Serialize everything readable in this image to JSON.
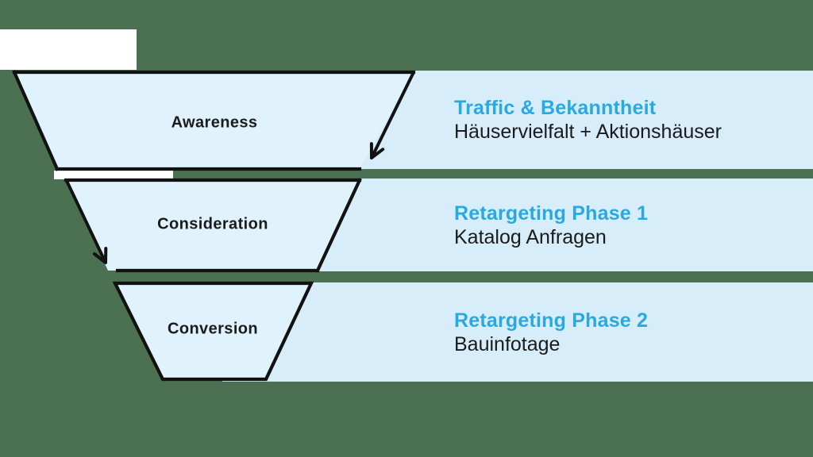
{
  "colors": {
    "background": "#4C7052",
    "band": "#D7EDF9",
    "funnel_fill": "#E0F2FC",
    "outline": "#121212",
    "accent": "#29A9E1",
    "text_dark": "#1B1B1B",
    "white": "#FFFFFF"
  },
  "stages": [
    {
      "label": "Awareness",
      "heading": "Traffic & Bekanntheit",
      "subheading": "Häuservielfalt + Aktionshäuser"
    },
    {
      "label": "Consideration",
      "heading": "Retargeting Phase 1",
      "subheading": "Katalog Anfragen"
    },
    {
      "label": "Conversion",
      "heading": "Retargeting Phase 2",
      "subheading": "Bauinfotage"
    }
  ]
}
